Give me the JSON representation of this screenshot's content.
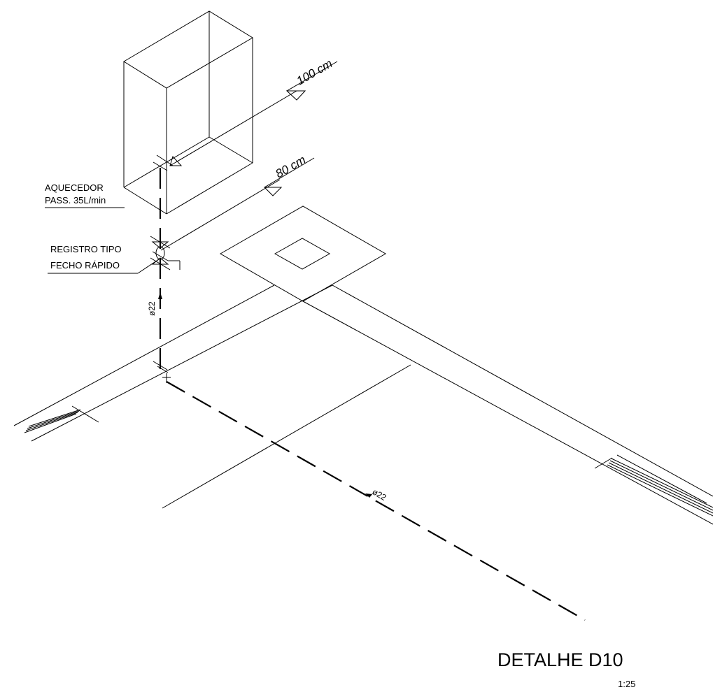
{
  "drawing": {
    "heater_label_line1": "AQUECEDOR",
    "heater_label_line2": "PASS. 35L/min",
    "valve_label_line1": "REGISTRO TIPO",
    "valve_label_line2": "FECHO RÁPIDO",
    "level_upper": "100 cm",
    "level_lower": "80 cm",
    "pipe_vertical": "ø22",
    "pipe_horizontal": "ø22",
    "title": "DETALHE D10",
    "scale": "1:25"
  }
}
